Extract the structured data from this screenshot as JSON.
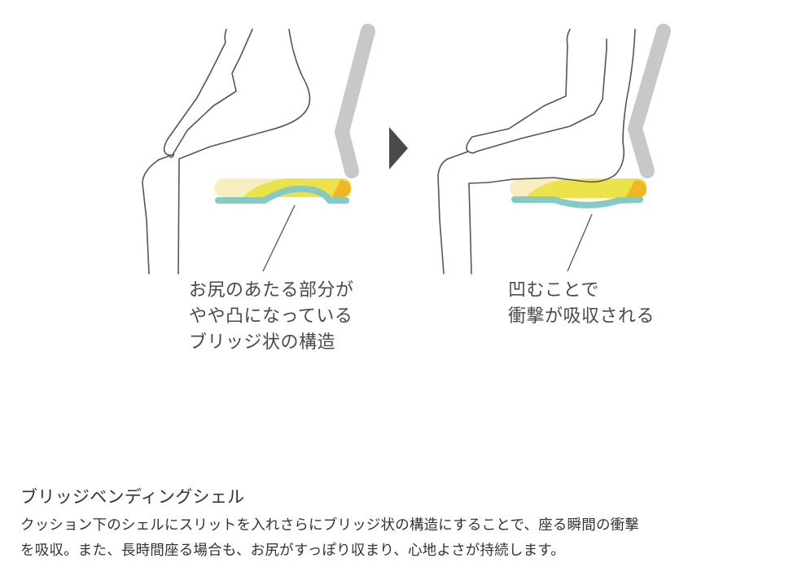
{
  "illustration": {
    "colors": {
      "body_outline": "#555555",
      "chair_back": "#c8c8c8",
      "cushion_light": "#f7efc0",
      "cushion_yellow": "#ece24a",
      "cushion_orange": "#f2b625",
      "shell_teal": "#86c9c5",
      "arrow": "#4a4a4a"
    },
    "arrow_icon": "triangle-right",
    "before": {
      "caption_lines": [
        "お尻のあたる部分が",
        "やや凸になっている",
        "ブリッジ状の構造"
      ]
    },
    "after": {
      "caption_lines": [
        "凹むことで",
        "衝撃が吸収される"
      ]
    }
  },
  "section": {
    "title": "ブリッジベンディングシェル",
    "description_lines": [
      "クッション下のシェルにスリットを入れさらにブリッジ状の構造にすることで、座る瞬間の衝撃",
      "を吸収。また、長時間座る場合も、お尻がすっぽり収まり、心地よさが持続します。"
    ]
  }
}
